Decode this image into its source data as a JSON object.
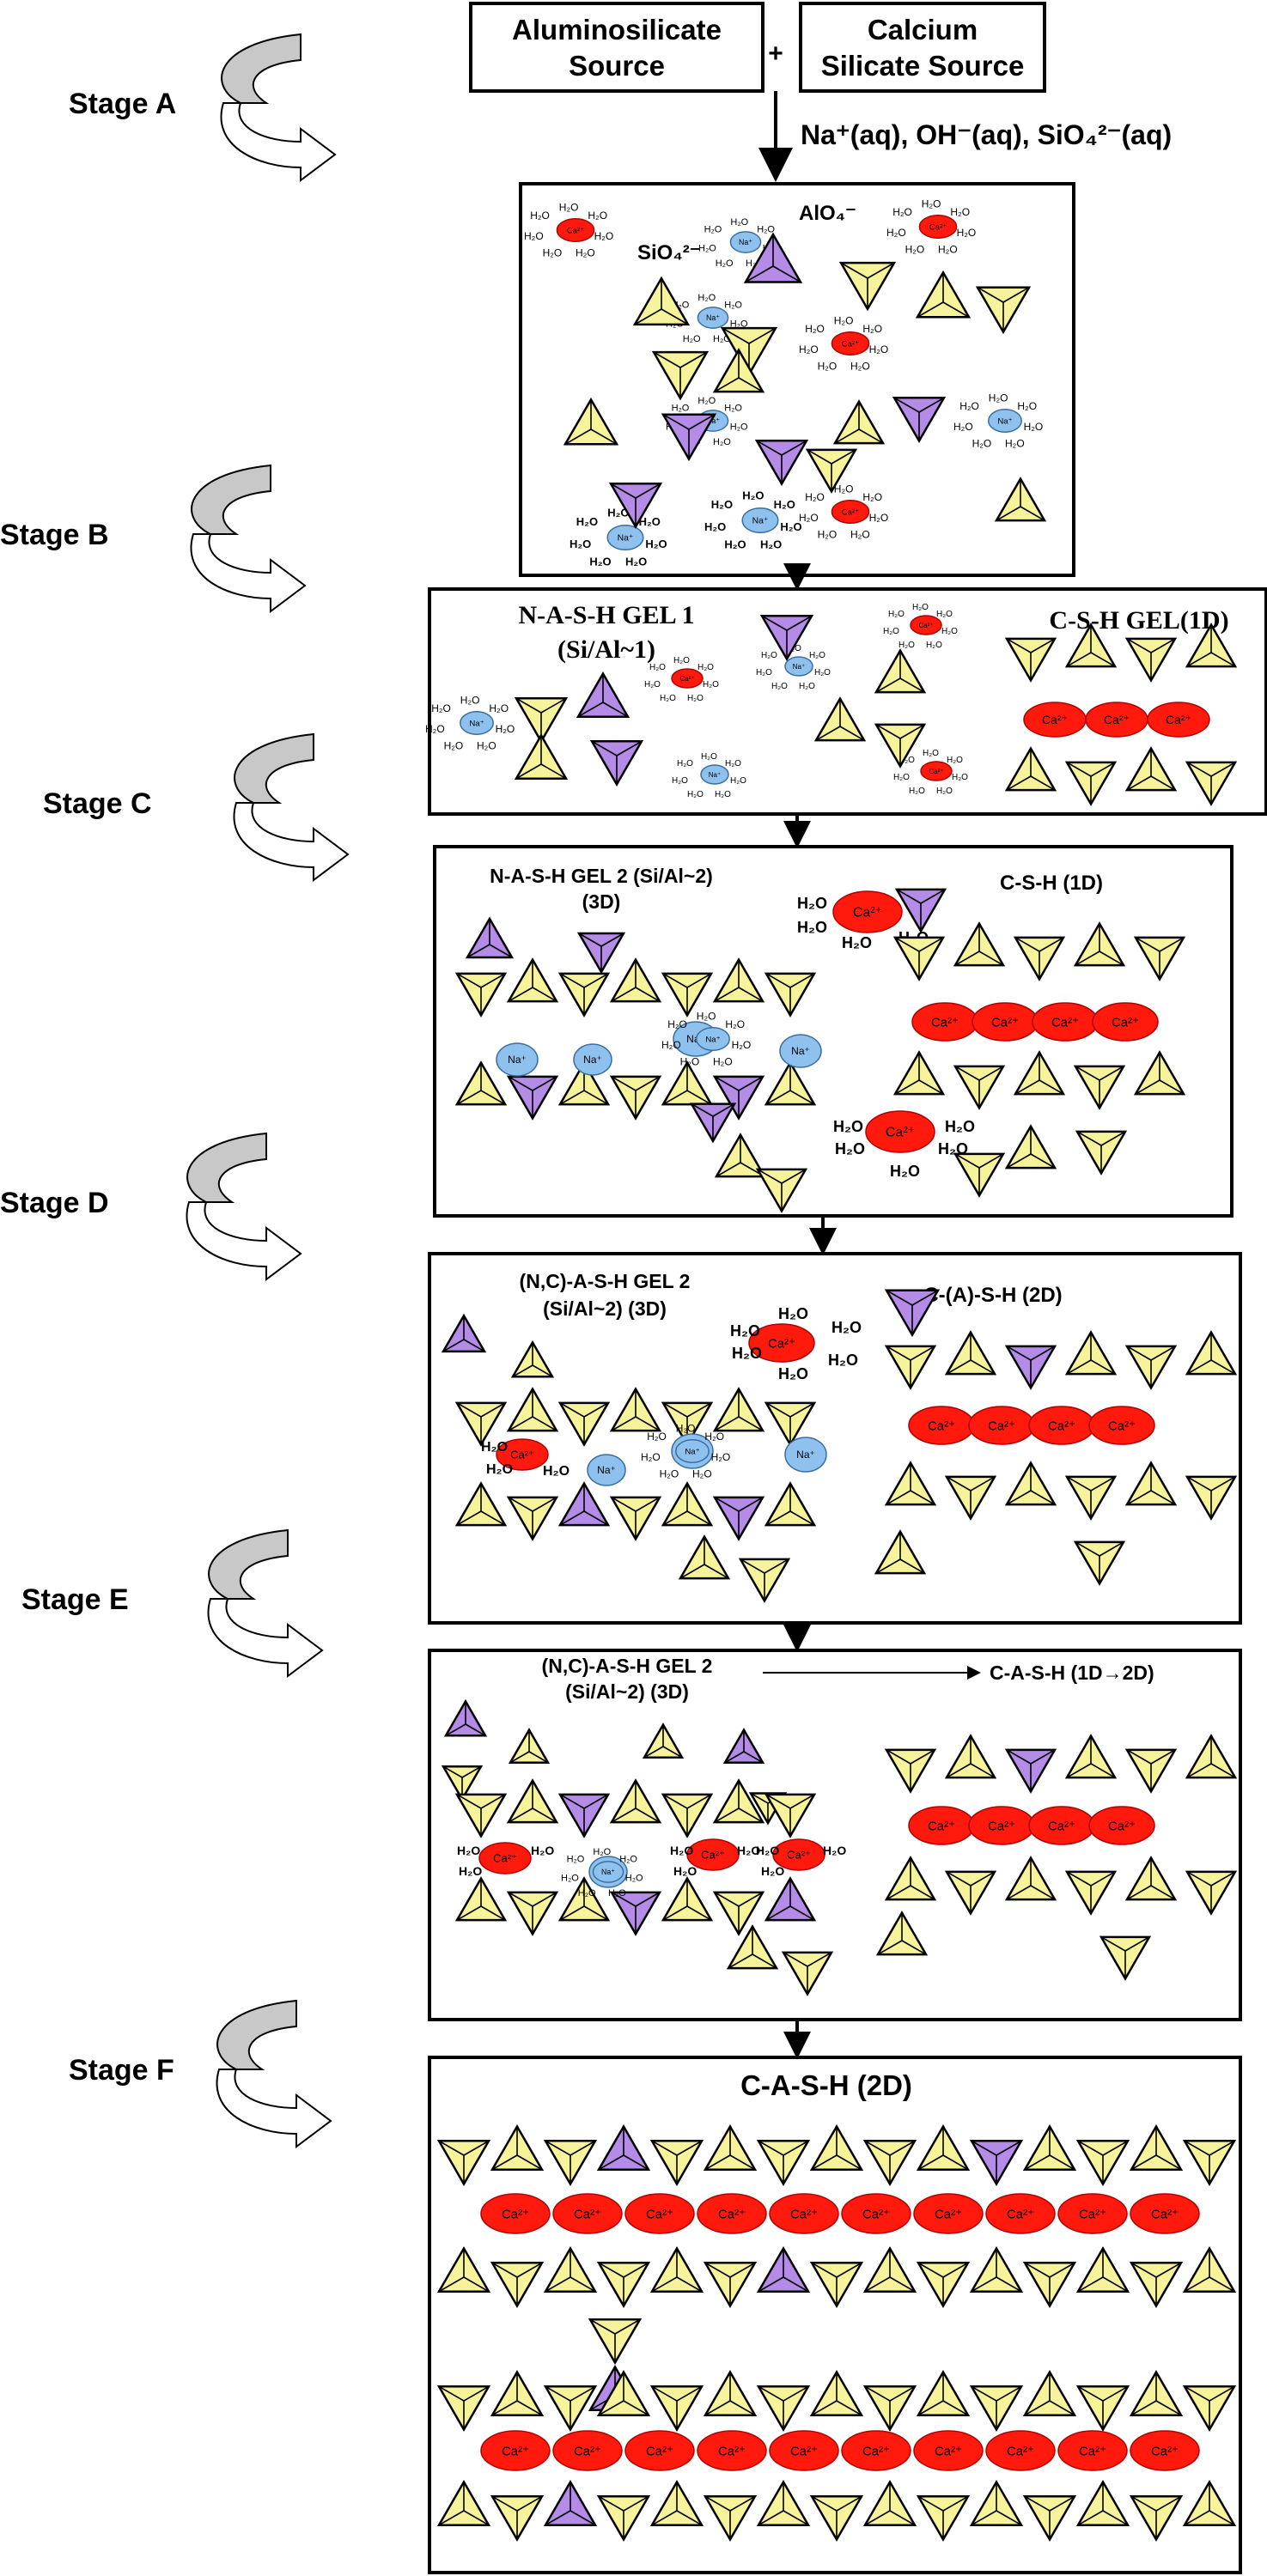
{
  "sources": {
    "aluminosilicate": [
      "Aluminosilicate",
      "Source"
    ],
    "calcium": [
      "Calcium",
      "Silicate Source"
    ],
    "plus": "+",
    "solution": "Na⁺(aq), OH⁻(aq), SiO₄²⁻(aq)"
  },
  "stages": [
    "Stage A",
    "Stage B",
    "Stage C",
    "Stage D",
    "Stage E",
    "Stage F"
  ],
  "ions": {
    "na": "Na⁺",
    "ca": "Ca²⁺",
    "water": "H₂O",
    "silicate": "SiO₄²⁻",
    "aluminate": "AlO₄⁻"
  },
  "panel_b": {
    "nash_title": [
      "N-A-S-H GEL 1",
      "(Si/Al~1)"
    ],
    "csh_title": "C-S-H GEL(1D)"
  },
  "panel_c": {
    "nash_title": [
      "N-A-S-H GEL 2 (Si/Al~2)",
      "(3D)"
    ],
    "csh_title": "C-S-H (1D)"
  },
  "panel_d": {
    "nash_title": [
      "(N,C)-A-S-H GEL 2",
      "(Si/Al~2) (3D)"
    ],
    "csh_title": "C-(A)-S-H (2D)"
  },
  "panel_e": {
    "nash_title": [
      "(N,C)-A-S-H GEL 2",
      "(Si/Al~2) (3D)"
    ],
    "csh_title": "C-A-S-H (1D→2D)"
  },
  "panel_f": {
    "title": "C-A-S-H (2D)"
  },
  "colors": {
    "silicate_tetrahedron": "#f6f39a",
    "aluminate_tetrahedron": "#b48be6",
    "calcium_ion": "#ff1a0d",
    "sodium_ion": "#8fc1ee",
    "stroke": "#000000"
  }
}
